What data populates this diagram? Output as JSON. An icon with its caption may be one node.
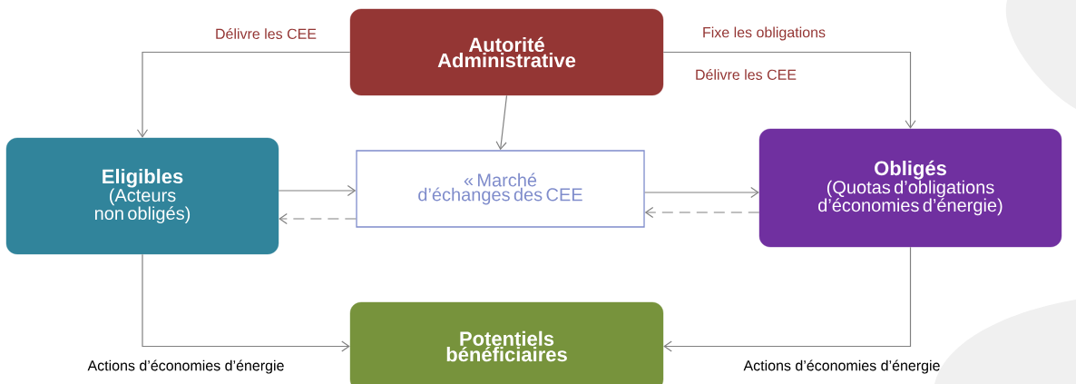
{
  "diagram": {
    "nodes": [
      {
        "text": [
          "Autorité Administrative"
        ]
      },
      {
        "text": [
          "Eligibles",
          "(Acteurs non obligés)"
        ]
      },
      {
        "text": [
          "« Marché d’échanges des CEE"
        ]
      },
      {
        "text": [
          "Obligés",
          "(Quotas d’obligations d’économies d’énergie)"
        ]
      },
      {
        "text": [
          "Potentiels bénéficiaires"
        ]
      }
    ],
    "edges": [
      {
        "from": 0,
        "to": 1,
        "arrow": "to",
        "label": "Délivre les CEE"
      },
      {
        "from": 0,
        "to": 3,
        "arrow": "to",
        "label": "Fixe les obligations"
      },
      {
        "from": 0,
        "to": 2,
        "arrow": "to"
      },
      {
        "from": 1,
        "to": 2,
        "arrow": "to"
      },
      {
        "from": 2,
        "to": 1,
        "arrow": "to",
        "style": "dashed"
      },
      {
        "from": 2,
        "to": 3,
        "arrow": "to"
      },
      {
        "from": 3,
        "to": 2,
        "arrow": "to",
        "style": "dashed"
      },
      {
        "from": 1,
        "to": 4,
        "arrow": "to",
        "label": "Actions d’économies d’énergie"
      },
      {
        "from": 3,
        "to": 4,
        "arrow": "to",
        "label": "Actions d’économies d’énergie"
      }
    ],
    "labels": [
      "Délivre les CEE"
    ]
  }
}
